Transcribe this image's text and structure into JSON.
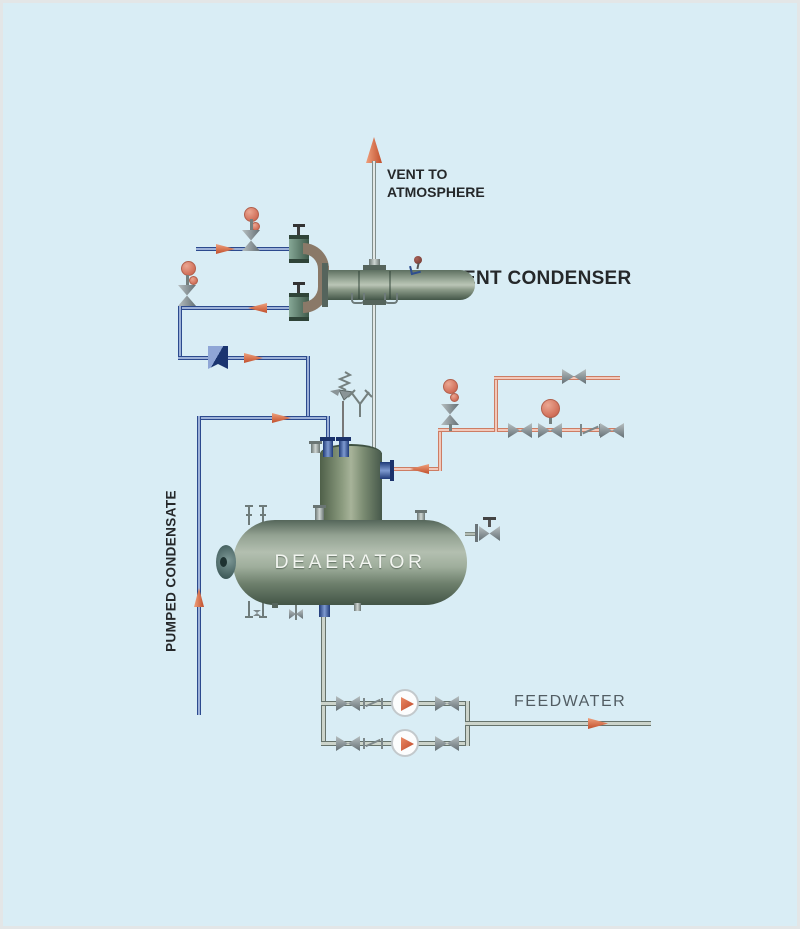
{
  "diagram": {
    "labels": {
      "vent_to_line1": "VENT TO",
      "vent_to_line2": "ATMOSPHERE",
      "vent_condenser": "VENT CONDENSER",
      "deaerator": "DEAERATOR",
      "pumped_condensate": "PUMPED CONDENSATE",
      "feedwater": "FEEDWATER"
    },
    "equipment": {
      "vessels": [
        "vent condenser",
        "deaerator storage vessel",
        "deaerator dome"
      ],
      "pump_count": 2
    },
    "flows": [
      {
        "name": "pumped condensate",
        "color": "#33549a"
      },
      {
        "name": "steam supply",
        "color": "#dd8a73"
      },
      {
        "name": "vent to atmosphere",
        "color": "#8a9594"
      },
      {
        "name": "feedwater",
        "color": "#8a9594"
      }
    ],
    "colors": {
      "background": "#d9edf5",
      "vessel_green": "#7d9181",
      "arrow_salmon": "#d4603c",
      "gauge_salmon": "#dd8573",
      "text_dark": "#212528",
      "text_gray": "#525d63"
    }
  }
}
